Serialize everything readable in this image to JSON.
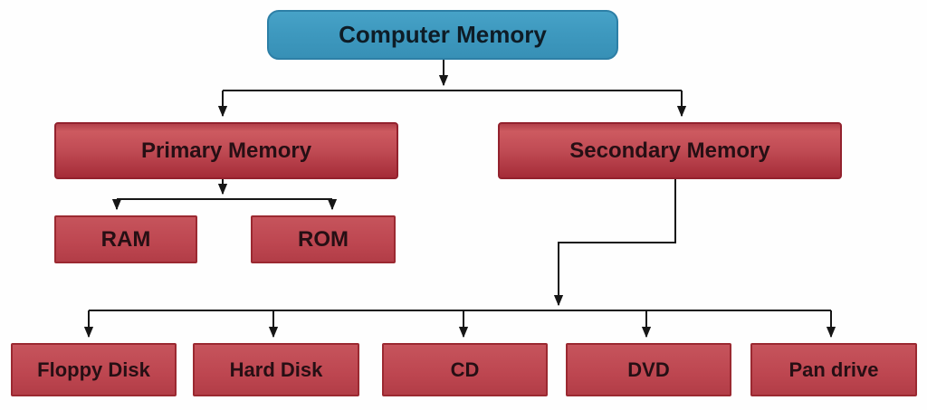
{
  "diagram": {
    "title": "Computer Memory",
    "type": "tree-diagram",
    "nodes": {
      "root": "Computer Memory",
      "primary": "Primary Memory",
      "secondary": "Secondary Memory",
      "ram": "RAM",
      "rom": "ROM",
      "floppy": "Floppy Disk",
      "hard_disk": "Hard Disk",
      "cd": "CD",
      "dvd": "DVD",
      "pan_drive": "Pan drive"
    },
    "hierarchy": {
      "root": "Computer Memory",
      "children": [
        {
          "label": "Primary Memory",
          "children": [
            "RAM",
            "ROM"
          ]
        },
        {
          "label": "Secondary Memory",
          "children": [
            "Floppy Disk",
            "Hard Disk",
            "CD",
            "DVD",
            "Pan drive"
          ]
        }
      ]
    },
    "edges": [
      [
        "Computer Memory",
        "Primary Memory"
      ],
      [
        "Computer Memory",
        "Secondary Memory"
      ],
      [
        "Primary Memory",
        "RAM"
      ],
      [
        "Primary Memory",
        "ROM"
      ],
      [
        "Secondary Memory",
        "Floppy Disk"
      ],
      [
        "Secondary Memory",
        "Hard Disk"
      ],
      [
        "Secondary Memory",
        "CD"
      ],
      [
        "Secondary Memory",
        "DVD"
      ],
      [
        "Secondary Memory",
        "Pan drive"
      ]
    ],
    "colors": {
      "root_fill": "#3e99bf",
      "root_border": "#2d7fa6",
      "branch_fill_top": "#cd5a60",
      "branch_fill_bottom": "#a52c38",
      "branch_border": "#93222e",
      "leaf_fill": "#bd4650",
      "leaf_border": "#9b2931",
      "connector_line": "#161616",
      "text_dark": "#260f14",
      "background": "#fefefe"
    }
  }
}
